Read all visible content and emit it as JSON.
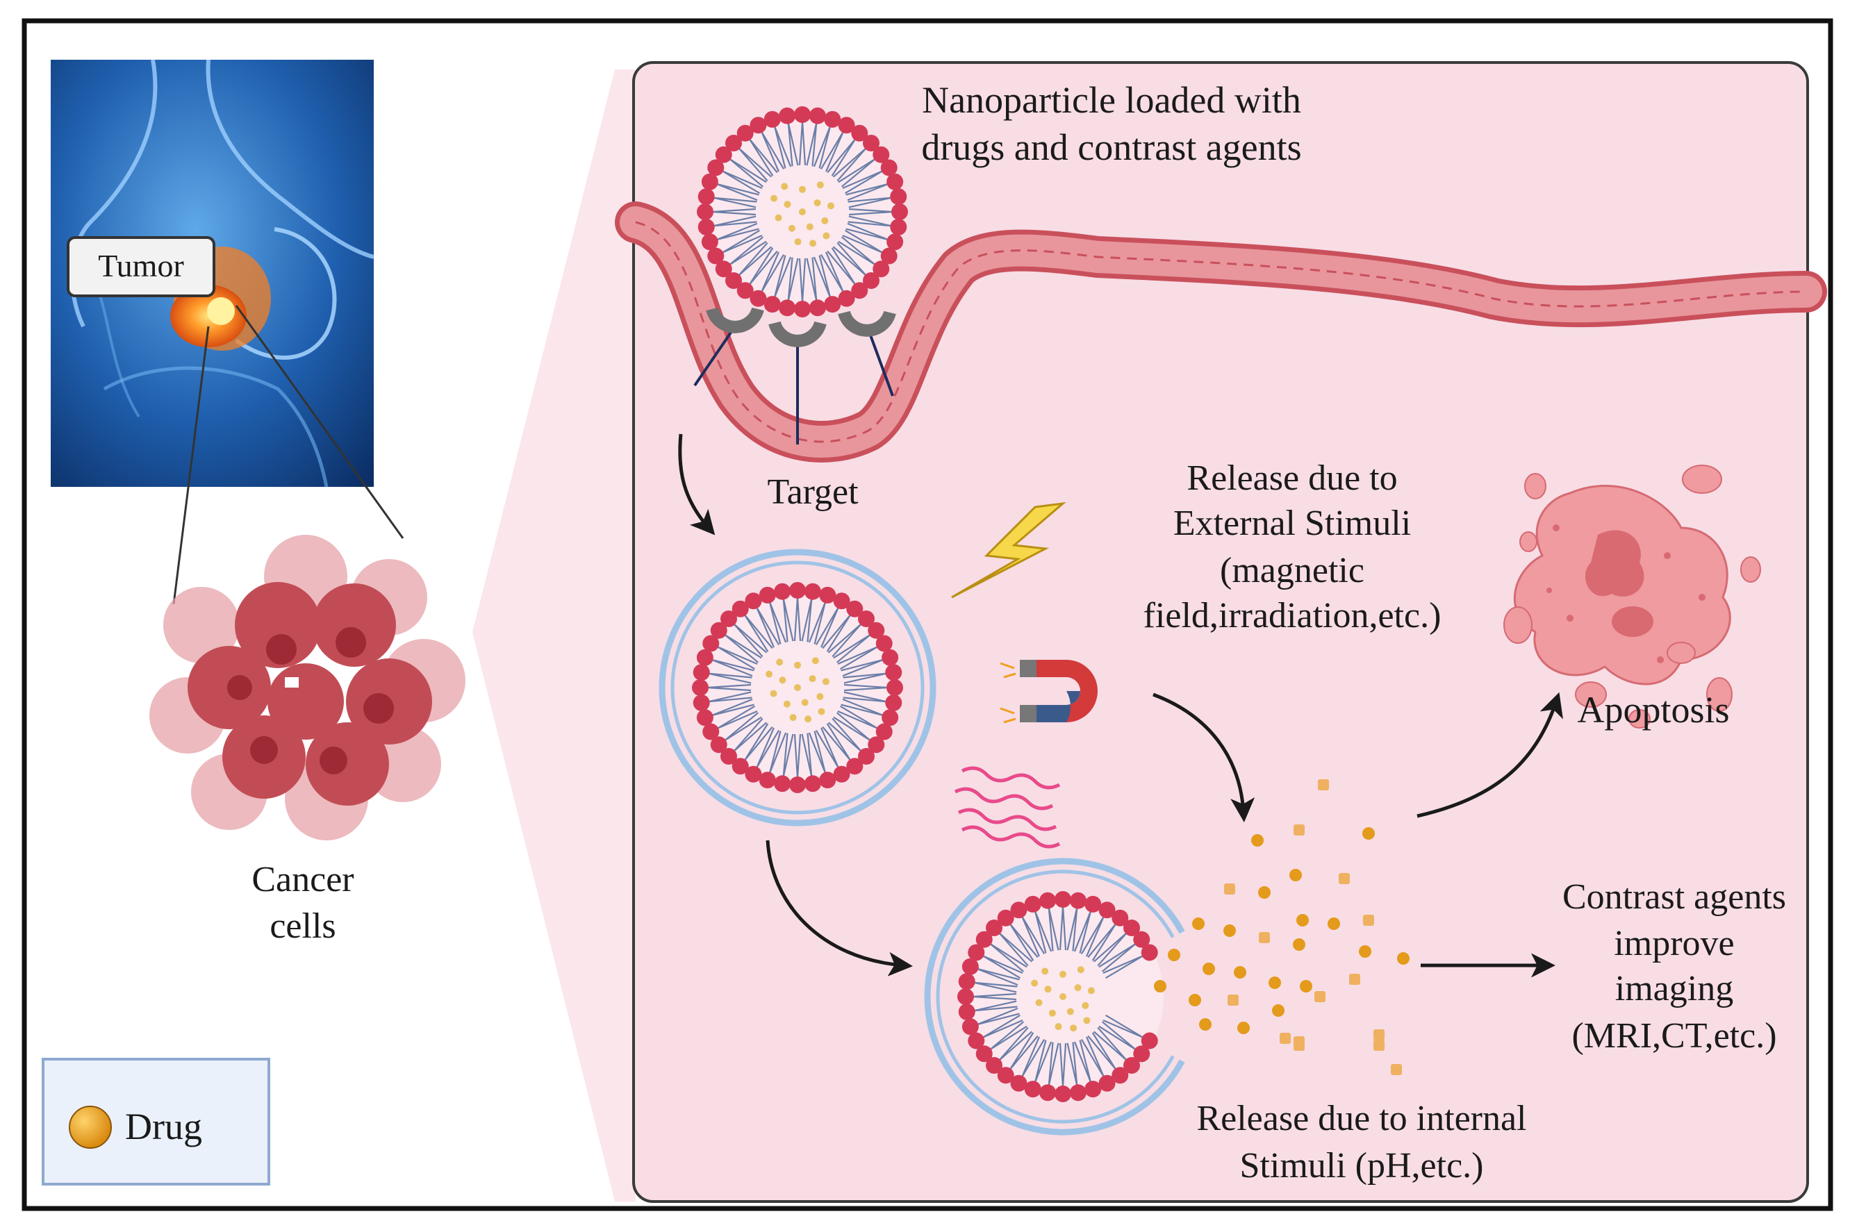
{
  "labels": {
    "tumor": "Tumor",
    "cancer_cells_line1": "Cancer",
    "cancer_cells_line2": "cells",
    "legend_drug": "Drug",
    "nanoparticle_line1": "Nanoparticle loaded with",
    "nanoparticle_line2": "drugs and contrast agents",
    "target": "Target",
    "external_line1": "Release due to",
    "external_line2": "External Stimuli",
    "external_line3": "(magnetic",
    "external_line4": "field,irradiation,etc.)",
    "apoptosis": "Apoptosis",
    "contrast_line1": "Contrast agents",
    "contrast_line2": "improve",
    "contrast_line3": "imaging",
    "contrast_line4": "(MRI,CT,etc.)",
    "internal_line1": "Release due to internal",
    "internal_line2": "Stimuli (pH,etc.)"
  },
  "colors": {
    "panel_fill": "#f8dde5",
    "vessel": "#d9777e",
    "lipid_head": "#d43a56",
    "drug": "#e8a025",
    "cancer": "#b83a45",
    "apoptosis": "#ef9ba0",
    "body_bg": "#1b4a8a"
  },
  "icons": [
    "lightning-icon",
    "magnet-icon",
    "wave-icon",
    "drug-icon"
  ]
}
